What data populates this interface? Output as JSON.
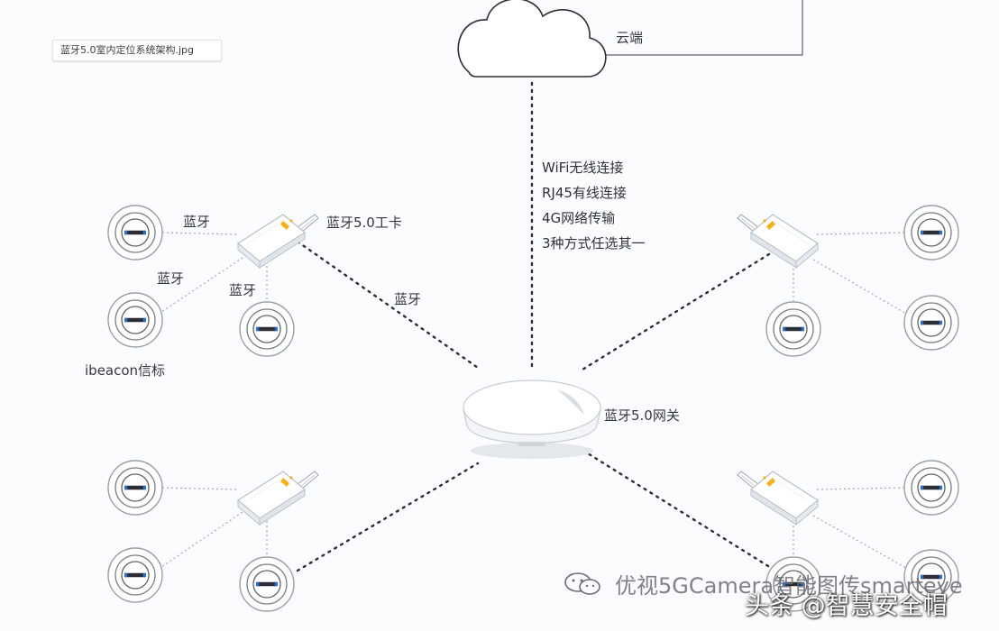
{
  "filename": "蓝牙5.0室内定位系统架构.jpg",
  "cloud_label": "云端",
  "connection_methods": [
    "WiFi无线连接",
    "RJ45有线连接",
    "4G网络传输",
    "3种方式任选其一"
  ],
  "gateway_label": "蓝牙5.0网关",
  "badge_label": "蓝牙5.0工卡",
  "bluetooth_label": "蓝牙",
  "beacon_label": "ibeacon信标",
  "watermark": {
    "line1": "优视5GCamera智能图传smarteye",
    "line2": "头条 @智慧安全帽"
  },
  "colors": {
    "accent_blue": "#2c6fd1",
    "badge_yellow": "#f2b21b",
    "link": "#2a2e35"
  }
}
